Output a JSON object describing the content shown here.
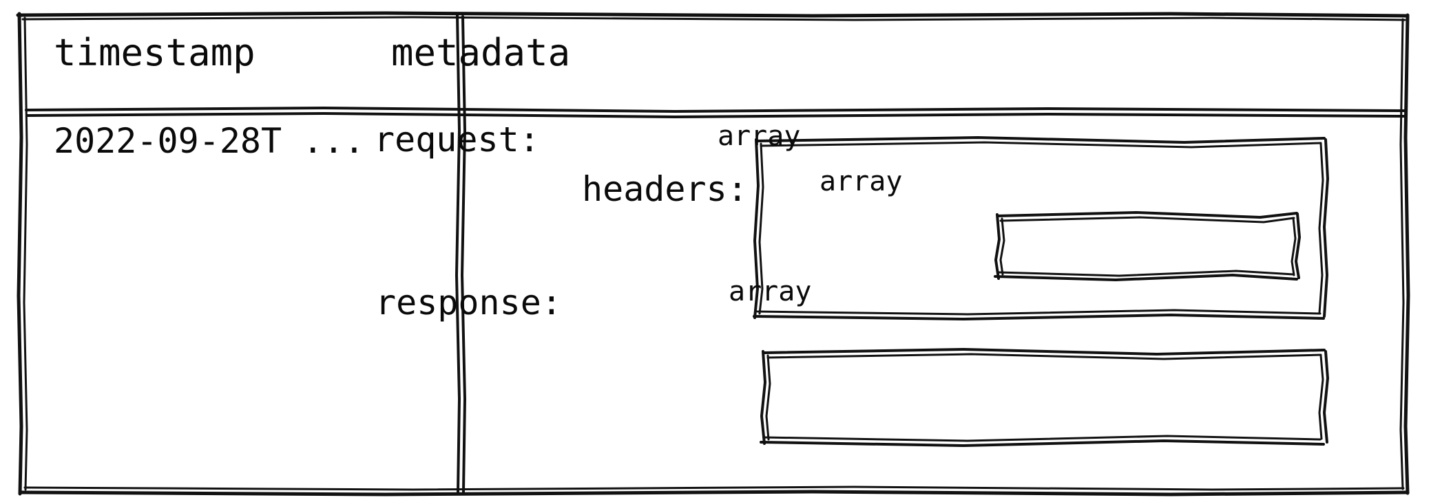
{
  "diagram": {
    "style": "hand-drawn-sketch",
    "type": "schema-table",
    "stroke_color": "#111111",
    "background_color": "#ffffff"
  },
  "table": {
    "columns": [
      {
        "id": "timestamp",
        "header": "timestamp"
      },
      {
        "id": "metadata",
        "header": "metadata"
      }
    ],
    "rows": [
      {
        "timestamp": {
          "value": "2022-09-28T ..."
        },
        "metadata": {
          "fields": [
            {
              "key": "request:",
              "type": "array",
              "nested": [
                {
                  "key": "headers:",
                  "type": "array"
                }
              ]
            },
            {
              "key": "response:",
              "type": "array",
              "nested": []
            }
          ]
        }
      }
    ]
  }
}
